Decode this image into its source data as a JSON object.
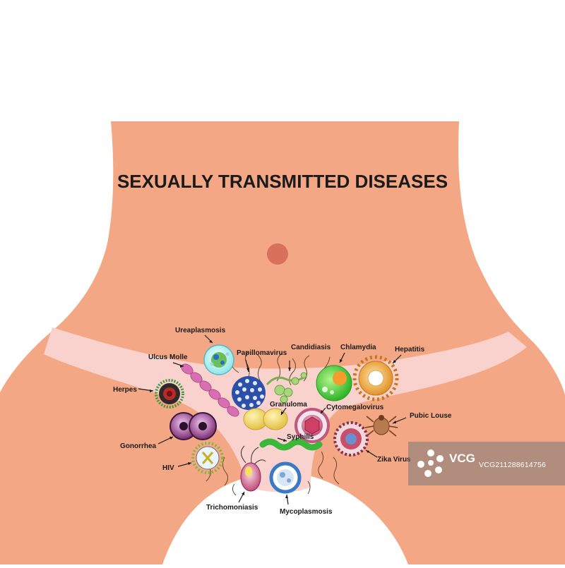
{
  "diagram": {
    "title": "SEXUALLY TRANSMITTED DISEASES",
    "colors": {
      "skin": "#f3a784",
      "underwear": "#fad2cd",
      "navel": "#d8705b",
      "text": "#1a1a1a"
    },
    "labels": {
      "ureaplasmosis": "Ureaplasmosis",
      "ulcus_molle": "Ulcus Molle",
      "papillomavirus": "Papillomavirus",
      "candidiasis": "Candidiasis",
      "chlamydia": "Chlamydia",
      "hepatitis": "Hepatitis",
      "herpes": "Herpes",
      "granuloma": "Granuloma",
      "cytomegalovirus": "Cytomegalovirus",
      "pubic_louse": "Pubic Louse",
      "syphilis": "Syphilis",
      "gonorrhea": "Gonorrhea",
      "zika_virus": "Zika Virus",
      "hiv": "HIV",
      "trichomoniasis": "Trichomoniasis",
      "mycoplasmosis": "Mycoplasmosis"
    }
  },
  "watermark": {
    "brand": "VCG",
    "image_id": "VCG211288614756"
  }
}
